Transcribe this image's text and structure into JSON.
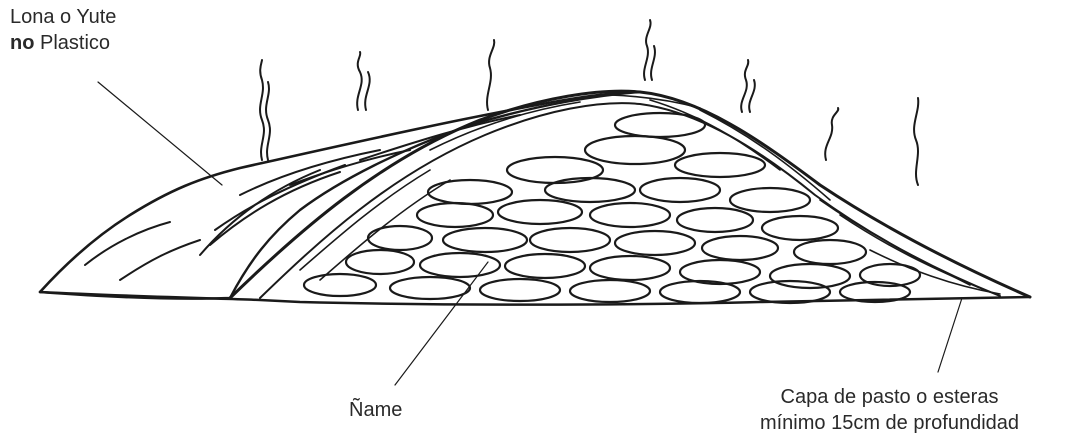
{
  "labels": {
    "cover_line1": "Lona o Yute",
    "cover_line2_bold": "no",
    "cover_line2_rest": " Plastico",
    "yam": "Ñame",
    "layer_line1": "Capa de pasto o esteras",
    "layer_line2": "mínimo 15cm de profundidad"
  },
  "colors": {
    "ink": "#1a1a1a",
    "background": "#ffffff"
  }
}
